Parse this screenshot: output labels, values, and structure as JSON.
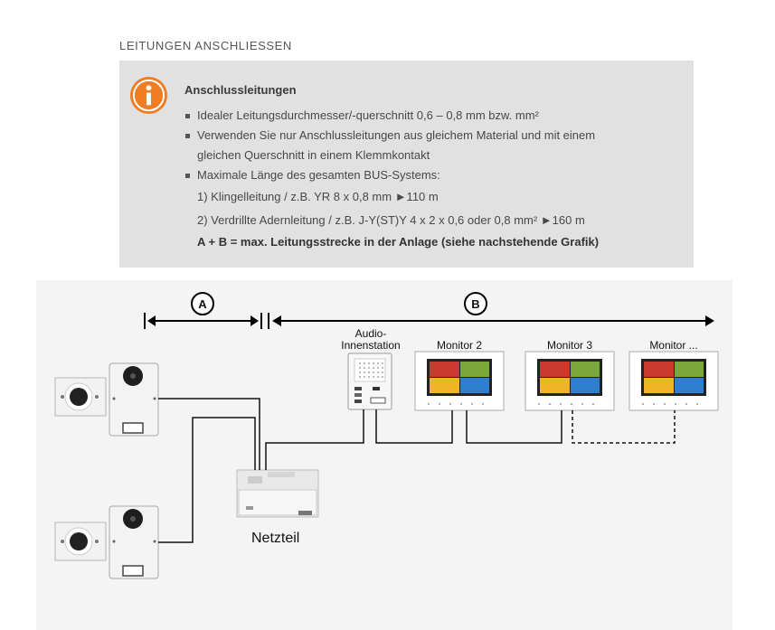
{
  "heading": "LEITUNGEN ANSCHLIESSEN",
  "info": {
    "title": "Anschlussleitungen",
    "bullet1": "Idealer Leitungsdurchmesser/-querschnitt 0,6 – 0,8 mm bzw. mm²",
    "bullet2_line1": "Verwenden Sie nur Anschlussleitungen aus gleichem Material und mit einem",
    "bullet2_line2": "gleichen Querschnitt in einem Klemmkontakt",
    "bullet3": "Maximale Länge des gesamten BUS-Systems:",
    "sub1": "1) Klingelleitung / z.B. YR 8 x 0,8 mm    ►110 m",
    "sub2": "2) Verdrillte Adernleitung / z.B. J-Y(ST)Y 4 x 2 x 0,6 oder 0,8 mm²    ►160 m",
    "summary": "A + B = max. Leitungsstrecke in der Anlage (siehe nachstehende Grafik)"
  },
  "diagram": {
    "label_a": "A",
    "label_b": "B",
    "audio_line1": "Audio-",
    "audio_line2": "Innenstation",
    "monitor2": "Monitor 2",
    "monitor3": "Monitor 3",
    "monitor_more": "Monitor ...",
    "netzteil": "Netzteil"
  },
  "colors": {
    "info_orange": "#f07d24",
    "box_bg": "#e1e1e1",
    "diagram_bg": "#f4f4f4",
    "screen_tiles": [
      "#cc3a2f",
      "#7aa83b",
      "#f0b429",
      "#2f7fd0"
    ]
  }
}
